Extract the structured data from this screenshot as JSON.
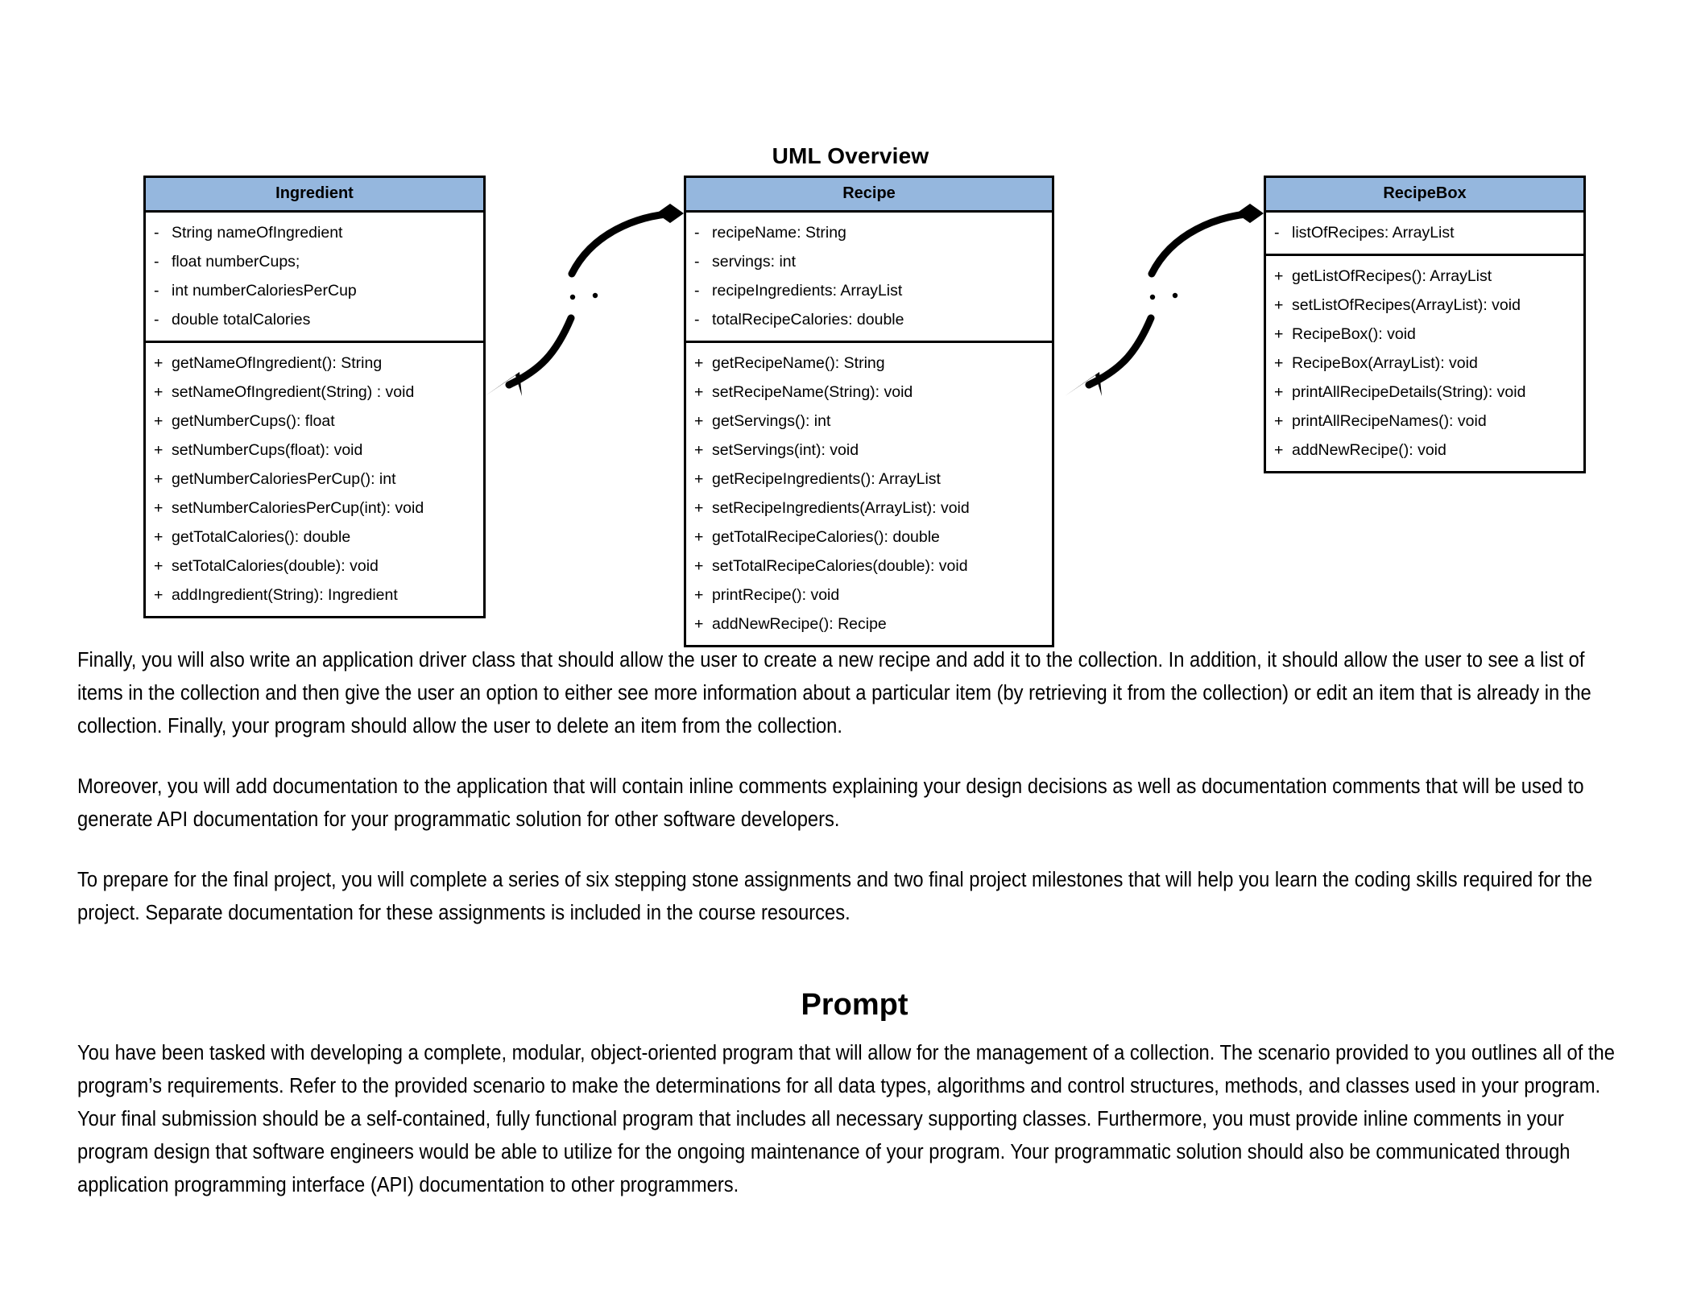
{
  "diagram": {
    "title": "UML Overview",
    "header_fill": "#95b7de",
    "classes": [
      {
        "name": "Ingredient",
        "attributes": [
          {
            "visibility": "-",
            "signature": "String nameOfIngredient"
          },
          {
            "visibility": "",
            "signature": ""
          },
          {
            "visibility": "-",
            "signature": "float numberCups;"
          },
          {
            "visibility": "-",
            "signature": "int numberCaloriesPerCup"
          },
          {
            "visibility": "-",
            "signature": "double totalCalories"
          }
        ],
        "methods": [
          {
            "visibility": "+",
            "signature": "getNameOfIngredient(): String"
          },
          {
            "visibility": "+",
            "signature": "setNameOfIngredient(String) : void"
          },
          {
            "visibility": "+",
            "signature": "getNumberCups(): float"
          },
          {
            "visibility": "+",
            "signature": "setNumberCups(float): void"
          },
          {
            "visibility": "+",
            "signature": "getNumberCaloriesPerCup(): int"
          },
          {
            "visibility": "+",
            "signature": "setNumberCaloriesPerCup(int): void"
          },
          {
            "visibility": "+",
            "signature": "getTotalCalories(): double"
          },
          {
            "visibility": "+",
            "signature": "setTotalCalories(double): void"
          },
          {
            "visibility": "+",
            "signature": "addIngredient(String): Ingredient"
          }
        ]
      },
      {
        "name": "Recipe",
        "attributes": [
          {
            "visibility": "-",
            "signature": "recipeName: String"
          },
          {
            "visibility": "",
            "signature": ""
          },
          {
            "visibility": "-",
            "signature": "servings: int"
          },
          {
            "visibility": "-",
            "signature": "recipeIngredients: ArrayList"
          },
          {
            "visibility": "-",
            "signature": "totalRecipeCalories: double"
          }
        ],
        "methods": [
          {
            "visibility": "+",
            "signature": "getRecipeName(): String"
          },
          {
            "visibility": "+",
            "signature": "setRecipeName(String): void"
          },
          {
            "visibility": "+",
            "signature": "getServings(): int"
          },
          {
            "visibility": "+",
            "signature": "setServings(int): void"
          },
          {
            "visibility": "+",
            "signature": "getRecipeIngredients(): ArrayList"
          },
          {
            "visibility": "+",
            "signature": "setRecipeIngredients(ArrayList): void"
          },
          {
            "visibility": "+",
            "signature": "getTotalRecipeCalories(): double"
          },
          {
            "visibility": "+",
            "signature": "setTotalRecipeCalories(double): void"
          },
          {
            "visibility": "+",
            "signature": "printRecipe(): void"
          },
          {
            "visibility": "+",
            "signature": "addNewRecipe(): Recipe"
          }
        ]
      },
      {
        "name": "RecipeBox",
        "attributes": [
          {
            "visibility": "-",
            "signature": "listOfRecipes: ArrayList"
          }
        ],
        "methods": [
          {
            "visibility": "+",
            "signature": "getListOfRecipes(): ArrayList"
          },
          {
            "visibility": "+",
            "signature": "setListOfRecipes(ArrayList): void"
          },
          {
            "visibility": "+",
            "signature": "RecipeBox(): void"
          },
          {
            "visibility": "+",
            "signature": "RecipeBox(ArrayList): void"
          },
          {
            "visibility": "+",
            "signature": "printAllRecipeDetails(String): void"
          },
          {
            "visibility": "+",
            "signature": "printAllRecipeNames(): void"
          },
          {
            "visibility": "+",
            "signature": "addNewRecipe(): void"
          }
        ]
      }
    ],
    "relationships": [
      {
        "from": "Recipe",
        "to": "Ingredient",
        "type": "aggregation-arrow"
      },
      {
        "from": "RecipeBox",
        "to": "Recipe",
        "type": "aggregation-arrow"
      }
    ]
  },
  "document": {
    "paragraphs": [
      "Finally, you will also write an application driver class that should allow the user to create a new recipe and add it to the collection. In addition, it should allow the user to see a list of items in the collection and then give the user an option to either see more information about a particular item (by retrieving it from the collection) or edit an item that is already in the collection. Finally, your program should allow the user to delete an item from the collection.",
      "Moreover, you will add documentation to the application that will contain inline comments explaining your design decisions as well as documentation comments that will be used to generate API documentation for your programmatic solution for other software developers.",
      "To prepare for the final project, you will complete a series of six stepping stone assignments and two final project milestones that will help you learn the coding skills required for the project. Separate documentation for these assignments is included in the course resources."
    ],
    "prompt_heading": "Prompt",
    "prompt_paragraph": "You have been tasked with developing a complete, modular, object-oriented program that will allow for the management of a collection. The scenario provided to you outlines all of the program’s requirements. Refer to the provided scenario to make the determinations for all data types, algorithms and control structures, methods, and classes used in your program. Your final submission should be a self-contained, fully functional program that includes all necessary supporting classes. Furthermore, you must provide inline comments in your program design that software engineers would be able to utilize for the ongoing maintenance of your program. Your programmatic solution should also be communicated through application programming interface (API) documentation to other programmers."
  }
}
